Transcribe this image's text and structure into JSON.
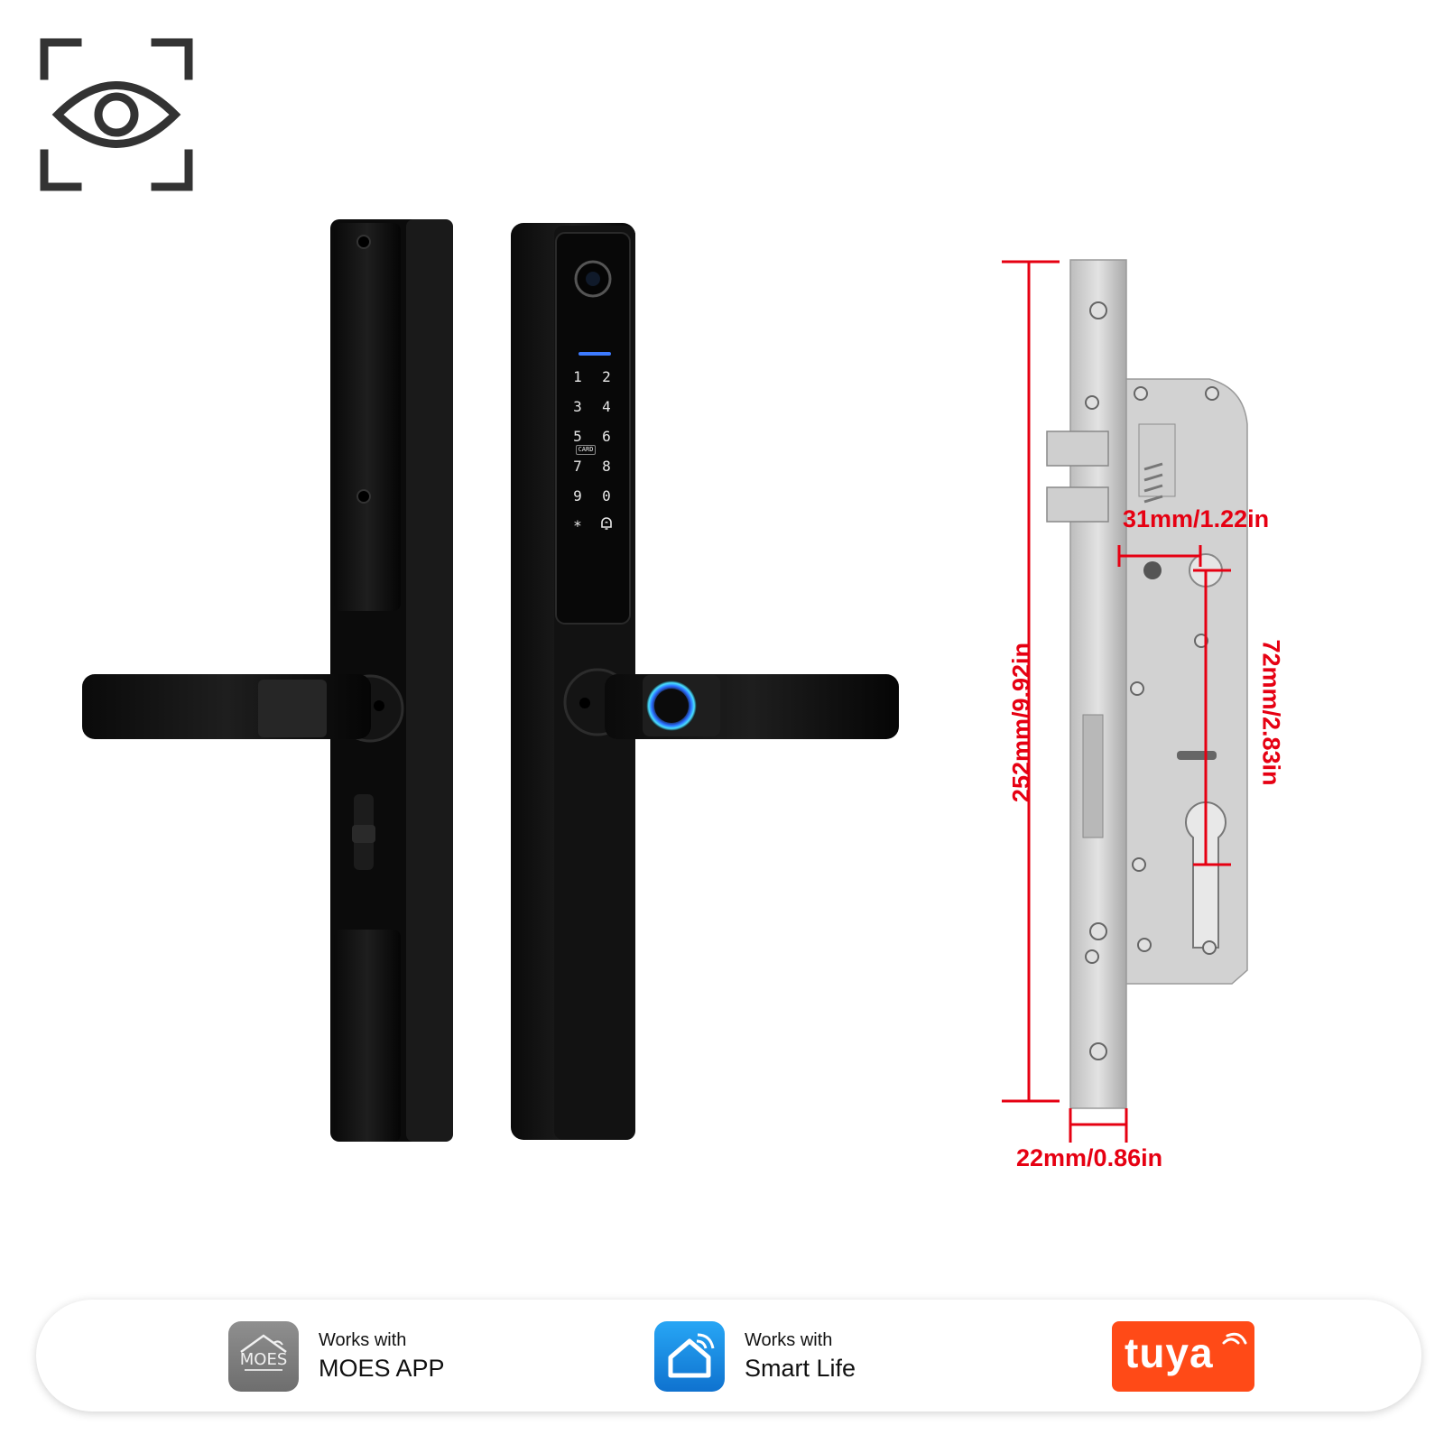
{
  "view_icon": "eye-scan-icon",
  "keypad": {
    "keys": [
      "1",
      "2",
      "3",
      "4",
      "5",
      "6",
      "7",
      "8",
      "9",
      "0",
      "*",
      "bell"
    ],
    "card_label": "CARD"
  },
  "dimensions": {
    "height": "252mm/9.92in",
    "backset": "31mm/1.22in",
    "center_distance": "72mm/2.83in",
    "faceplate_width": "22mm/0.86in"
  },
  "badges": {
    "moes": {
      "icon": "moes-logo-icon",
      "logo_text": "MOES",
      "line1": "Works with",
      "line2": "MOES APP"
    },
    "smart_life": {
      "icon": "smart-life-house-icon",
      "line1": "Works with",
      "line2": "Smart Life"
    },
    "tuya": {
      "icon": "tuya-logo",
      "logo_text": "tuya"
    }
  },
  "colors": {
    "dimension_red": "#e60012",
    "tuya_orange": "#ff4a17",
    "smart_life_blue": "#1a8fe3",
    "lock_black": "#111111",
    "steel": "#c9c9c9"
  }
}
